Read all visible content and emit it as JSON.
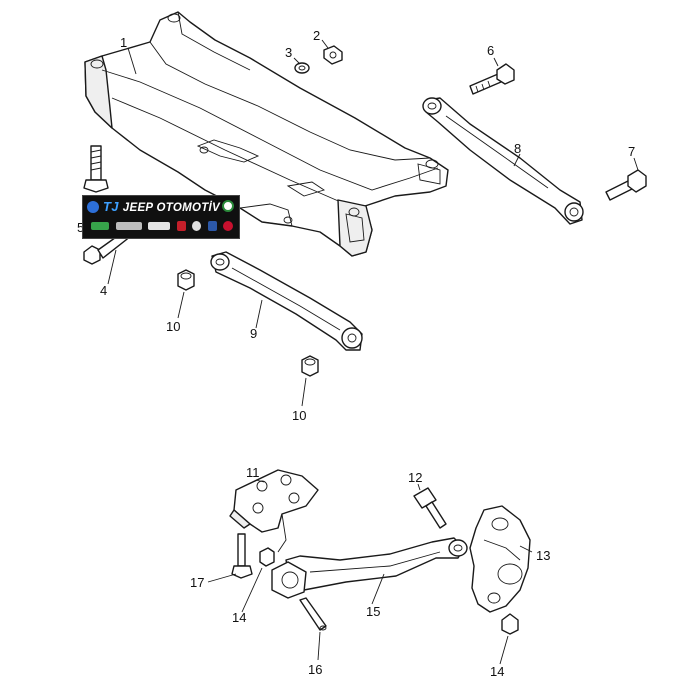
{
  "diagram": {
    "callouts": [
      "1",
      "2",
      "3",
      "4",
      "5",
      "6",
      "7",
      "8",
      "9",
      "10",
      "10",
      "11",
      "12",
      "13",
      "14",
      "14",
      "15",
      "16",
      "17"
    ]
  },
  "watermark": {
    "brand_text": "JEEP OTOMOTİV",
    "brand_prefix": "TJ"
  },
  "colors": {
    "line": "#1a1a1a",
    "banner_bg": "#101010",
    "banner_accent": "#3ea0ff"
  }
}
